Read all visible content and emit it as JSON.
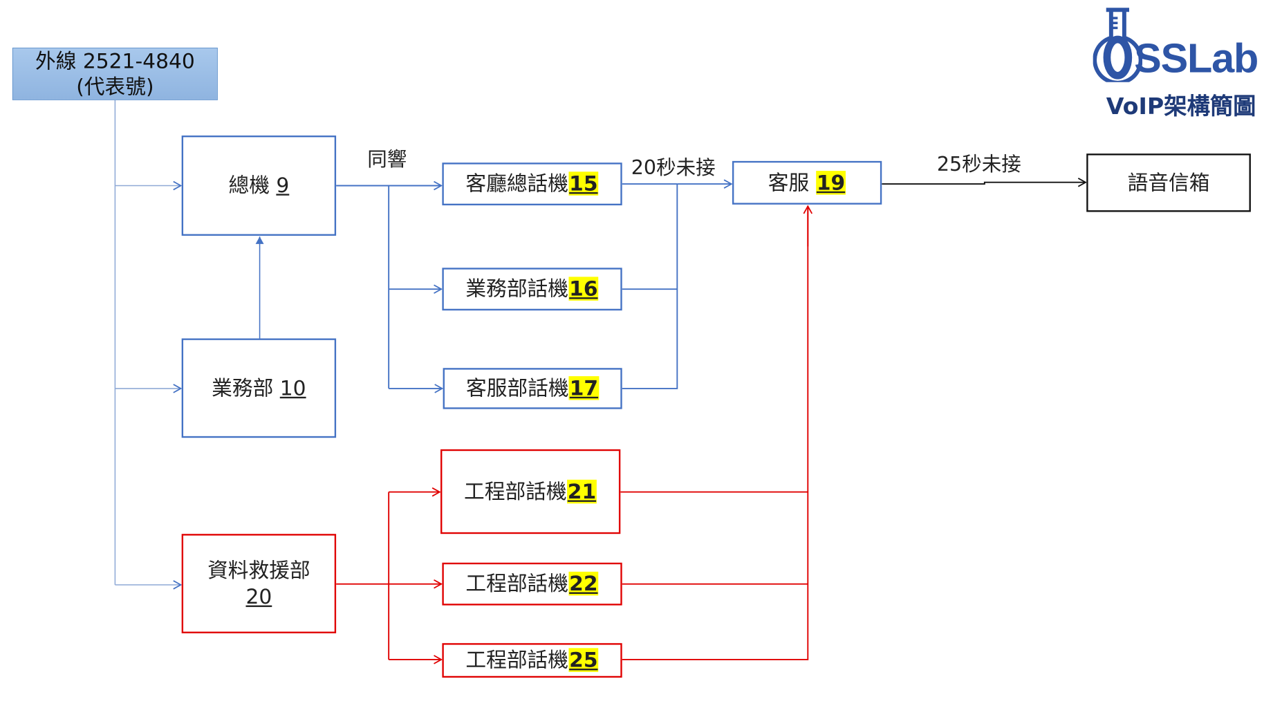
{
  "title": "VoIP架構簡圖",
  "logo": {
    "text": "OSSLab"
  },
  "colors": {
    "blue": "#4472c4",
    "red": "#e00000",
    "highlight": "#ffff00"
  },
  "nodes": {
    "outside": {
      "line1": "外線 2521-4840",
      "line2": "(代表號)"
    },
    "operator": {
      "label": "總機",
      "ext": "9"
    },
    "sales": {
      "label": "業務部",
      "ext": "10"
    },
    "recovery": {
      "label": "資料救援部",
      "ext": "20"
    },
    "phone15": {
      "label": "客廳總話機",
      "ext": "15"
    },
    "phone16": {
      "label": "業務部話機",
      "ext": "16"
    },
    "phone17": {
      "label": "客服部話機",
      "ext": "17"
    },
    "phone21": {
      "label": "工程部話機",
      "ext": "21"
    },
    "phone22": {
      "label": "工程部話機",
      "ext": "22"
    },
    "phone25": {
      "label": "工程部話機",
      "ext": "25"
    },
    "service": {
      "label": "客服",
      "ext": "19"
    },
    "voicemail": {
      "label": "語音信箱"
    }
  },
  "edge_labels": {
    "ring_group": "同響",
    "timeout20": "20秒未接",
    "timeout25": "25秒未接"
  }
}
